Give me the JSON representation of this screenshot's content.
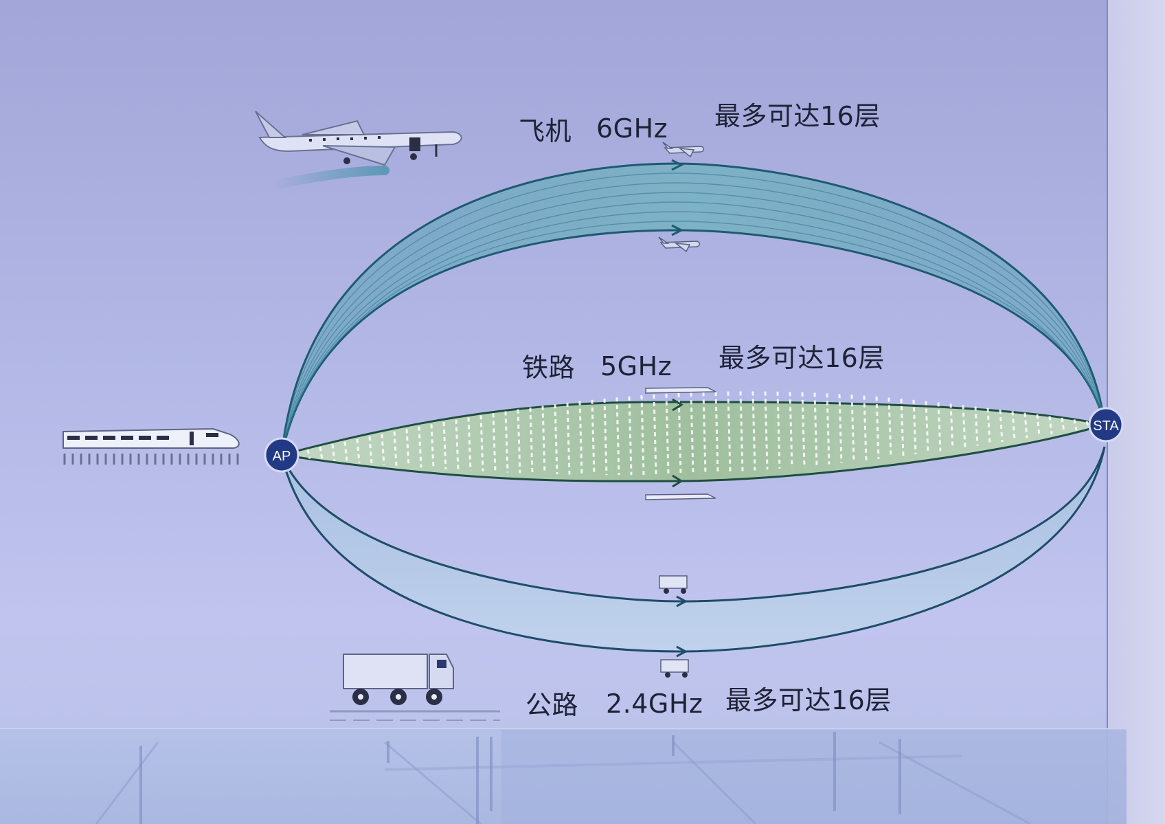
{
  "bands": [
    {
      "mode": "飞机",
      "frequency": "6GHz",
      "capacity": "最多可达16层",
      "color": "#3c8ca0"
    },
    {
      "mode": "铁路",
      "frequency": "5GHz",
      "capacity": "最多可达16层",
      "color": "#6f9e7c"
    },
    {
      "mode": "公路",
      "frequency": "2.4GHz",
      "capacity": "最多可达16层",
      "color": "#4f8fae"
    }
  ],
  "nodes": {
    "source": "AP",
    "sink": "STA"
  },
  "icons": [
    "airplane-icon",
    "train-icon",
    "truck-icon"
  ]
}
